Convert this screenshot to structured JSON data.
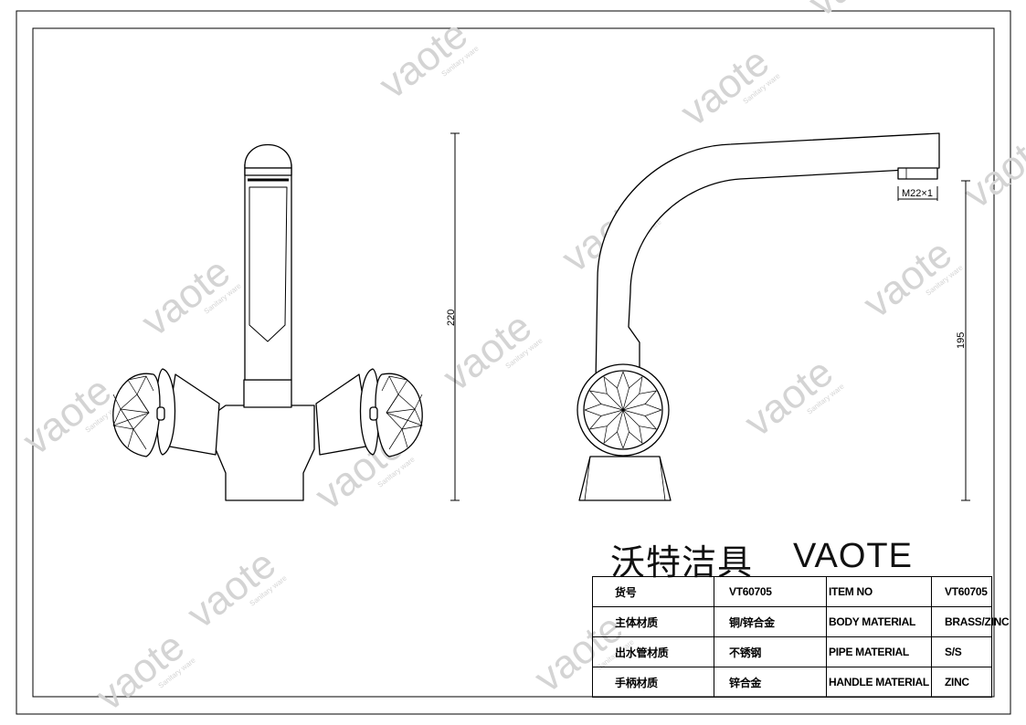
{
  "brand": {
    "title_cn": "沃特洁具",
    "title_en": "VAOTE",
    "watermark": "vaote",
    "watermark_sub": "Sanitary ware"
  },
  "dimensions": {
    "front_height": "220",
    "side_height": "195",
    "thread": "M22×1"
  },
  "spec_table": {
    "rows": [
      {
        "cn": "货号",
        "cn_value": "VT60705",
        "en": "ITEM NO",
        "en_value": "VT60705"
      },
      {
        "cn": "主体材质",
        "cn_value": "铜/锌合金",
        "en": "BODY MATERIAL",
        "en_value": "BRASS/ZINC"
      },
      {
        "cn": "出水管材质",
        "cn_value": "不锈钢",
        "en": "PIPE MATERIAL",
        "en_value": "S/S"
      },
      {
        "cn": "手柄材质",
        "cn_value": "锌合金",
        "en": "HANDLE MATERIAL",
        "en_value": "ZINC"
      }
    ]
  }
}
